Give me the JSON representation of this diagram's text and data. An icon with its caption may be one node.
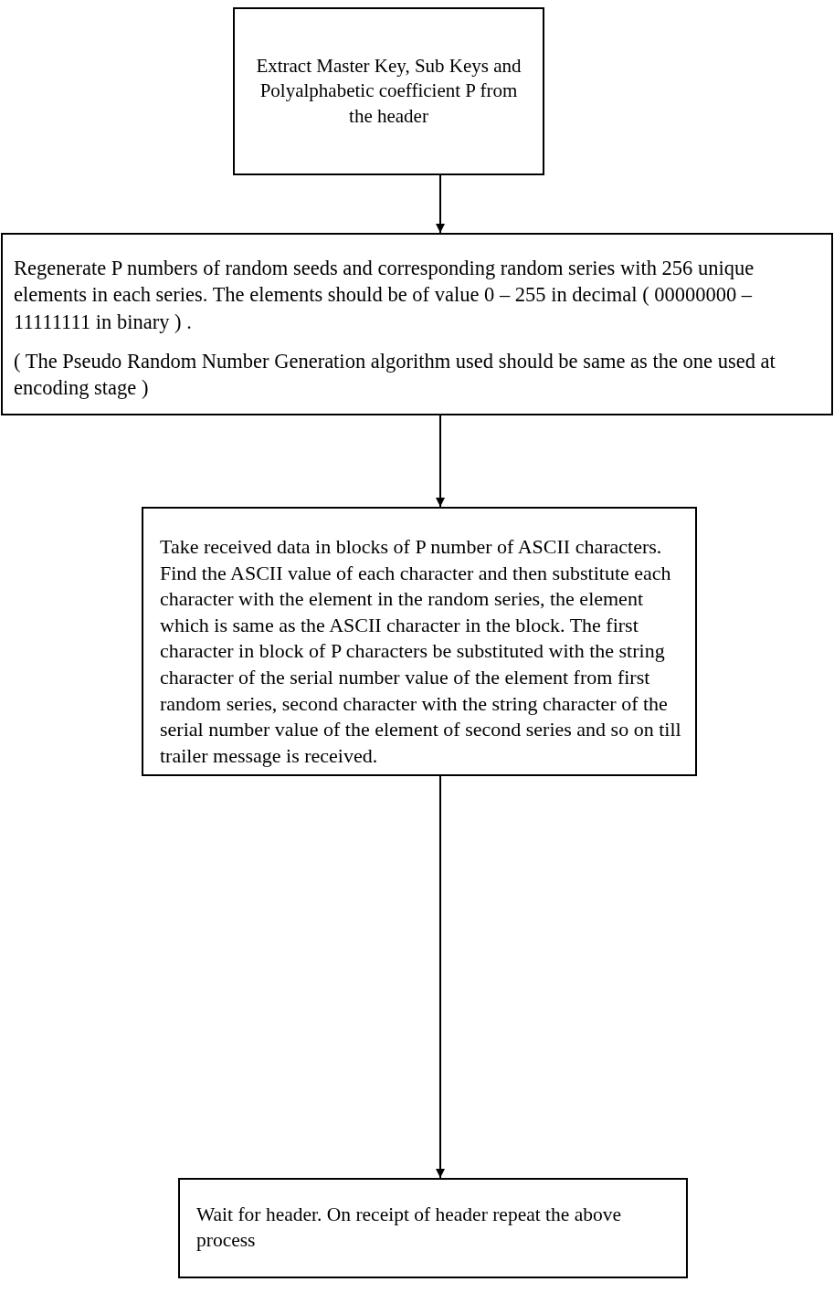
{
  "diagram": {
    "nodes": [
      {
        "text": [
          "Extract Master Key, Sub Keys and Polyalphabetic coefficient P from the header"
        ]
      },
      {
        "text": [
          "Regenerate P numbers of random seeds and corresponding random series with 256 unique elements in each series. The elements should be of value 0 – 255 in decimal ( 00000000 – 11111111 in binary ) .",
          "( The Pseudo Random Number Generation algorithm used should be same as the one used at encoding stage )"
        ]
      },
      {
        "text": [
          "Take received data in blocks of P number of ASCII characters. Find the ASCII value of each character and then substitute each character with the element in the random series, the element which is same as the ASCII character in the block. The first character in block of P characters be substituted with the string character of the serial number value of the element from first random series, second character with the string character of the serial number value of the element of second series and so on till trailer message is received."
        ]
      },
      {
        "text": [
          "Wait for header. On receipt of header repeat the above process"
        ]
      }
    ],
    "edges": [
      {
        "from": 0,
        "to": 1,
        "arrow": "to"
      },
      {
        "from": 1,
        "to": 2,
        "arrow": "to"
      },
      {
        "from": 2,
        "to": 3,
        "arrow": "to"
      }
    ]
  }
}
